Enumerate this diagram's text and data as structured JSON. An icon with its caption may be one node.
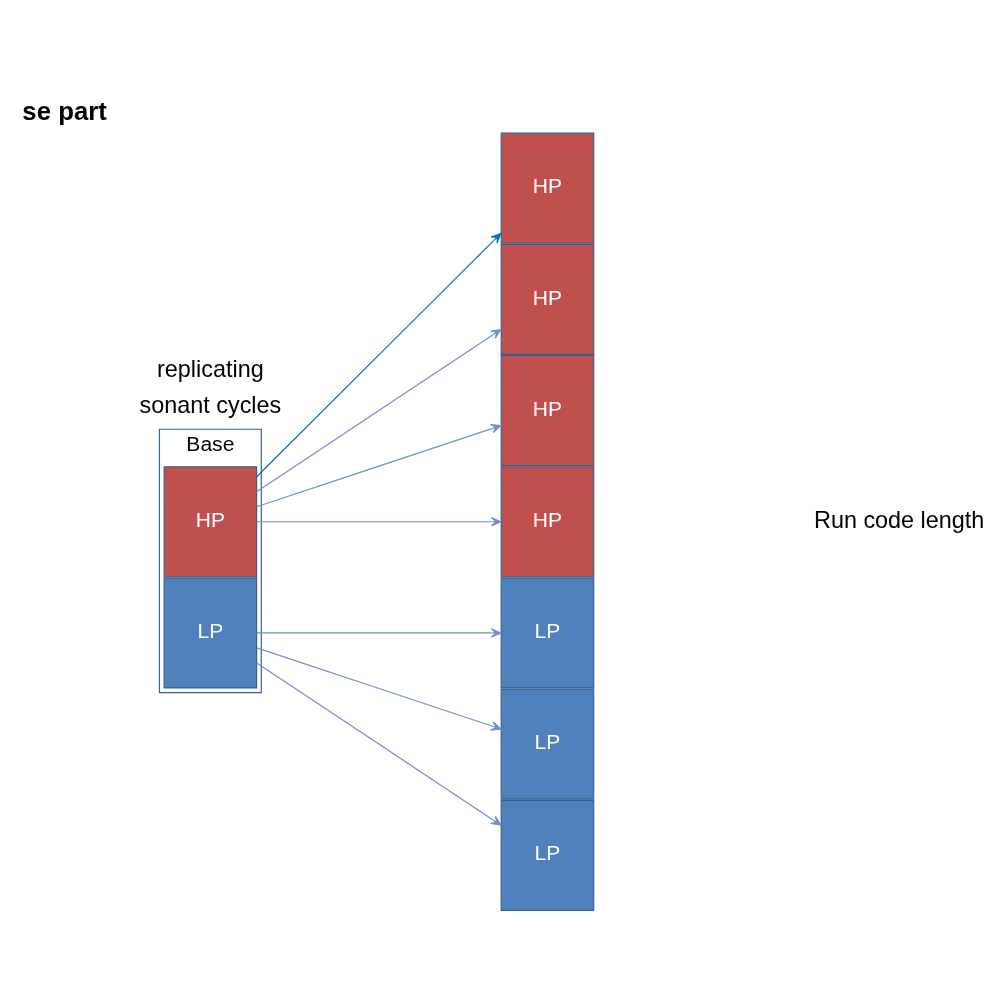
{
  "diagram": {
    "title": "se part",
    "nodes": [
      {
        "text": [
          "Base"
        ]
      },
      {
        "text": [
          "HP"
        ],
        "in": 0
      },
      {
        "text": [
          "LP"
        ],
        "in": 0
      },
      {
        "text": [
          "HP"
        ]
      },
      {
        "text": [
          "HP"
        ]
      },
      {
        "text": [
          "HP"
        ]
      },
      {
        "text": [
          "HP"
        ]
      },
      {
        "text": [
          "LP"
        ]
      },
      {
        "text": [
          "LP"
        ]
      },
      {
        "text": [
          "LP"
        ]
      }
    ],
    "edges": [
      {
        "from": 1,
        "to": 3,
        "arrow": "to",
        "color": "#0070c0"
      },
      {
        "from": 1,
        "to": 4,
        "arrow": "to"
      },
      {
        "from": 1,
        "to": 5,
        "arrow": "to"
      },
      {
        "from": 1,
        "to": 6,
        "arrow": "to"
      },
      {
        "from": 2,
        "to": 7,
        "arrow": "to"
      },
      {
        "from": 2,
        "to": 8,
        "arrow": "to"
      },
      {
        "from": 2,
        "to": 9,
        "arrow": "to"
      }
    ],
    "labels": [
      "sonant cycles",
      "replicating",
      "Run code length"
    ]
  }
}
